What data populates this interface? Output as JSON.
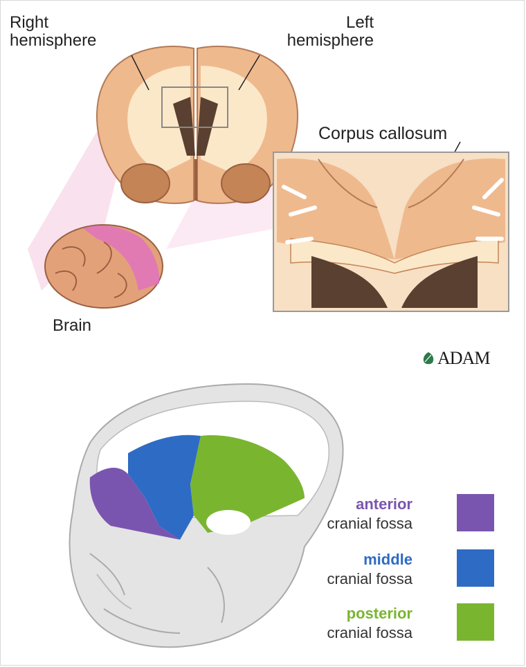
{
  "labels": {
    "right_hemisphere": [
      "Right",
      "hemisphere"
    ],
    "left_hemisphere": [
      "Left",
      "hemisphere"
    ],
    "corpus_callosum": "Corpus callosum",
    "brain": "Brain"
  },
  "logo": "ADAM",
  "legend": [
    {
      "term": "anterior",
      "sub": "cranial fossa",
      "color": "#7a55b0"
    },
    {
      "term": "middle",
      "sub": "cranial fossa",
      "color": "#2e6bc4"
    },
    {
      "term": "posterior",
      "sub": "cranial fossa",
      "color": "#7ab530"
    }
  ],
  "colors": {
    "brain_tissue": "#efb98e",
    "white_matter": "#fbe8c9",
    "ventricle": "#5a4030",
    "skull": "#e4e4e4",
    "highlight_pink": "#e070c0"
  }
}
